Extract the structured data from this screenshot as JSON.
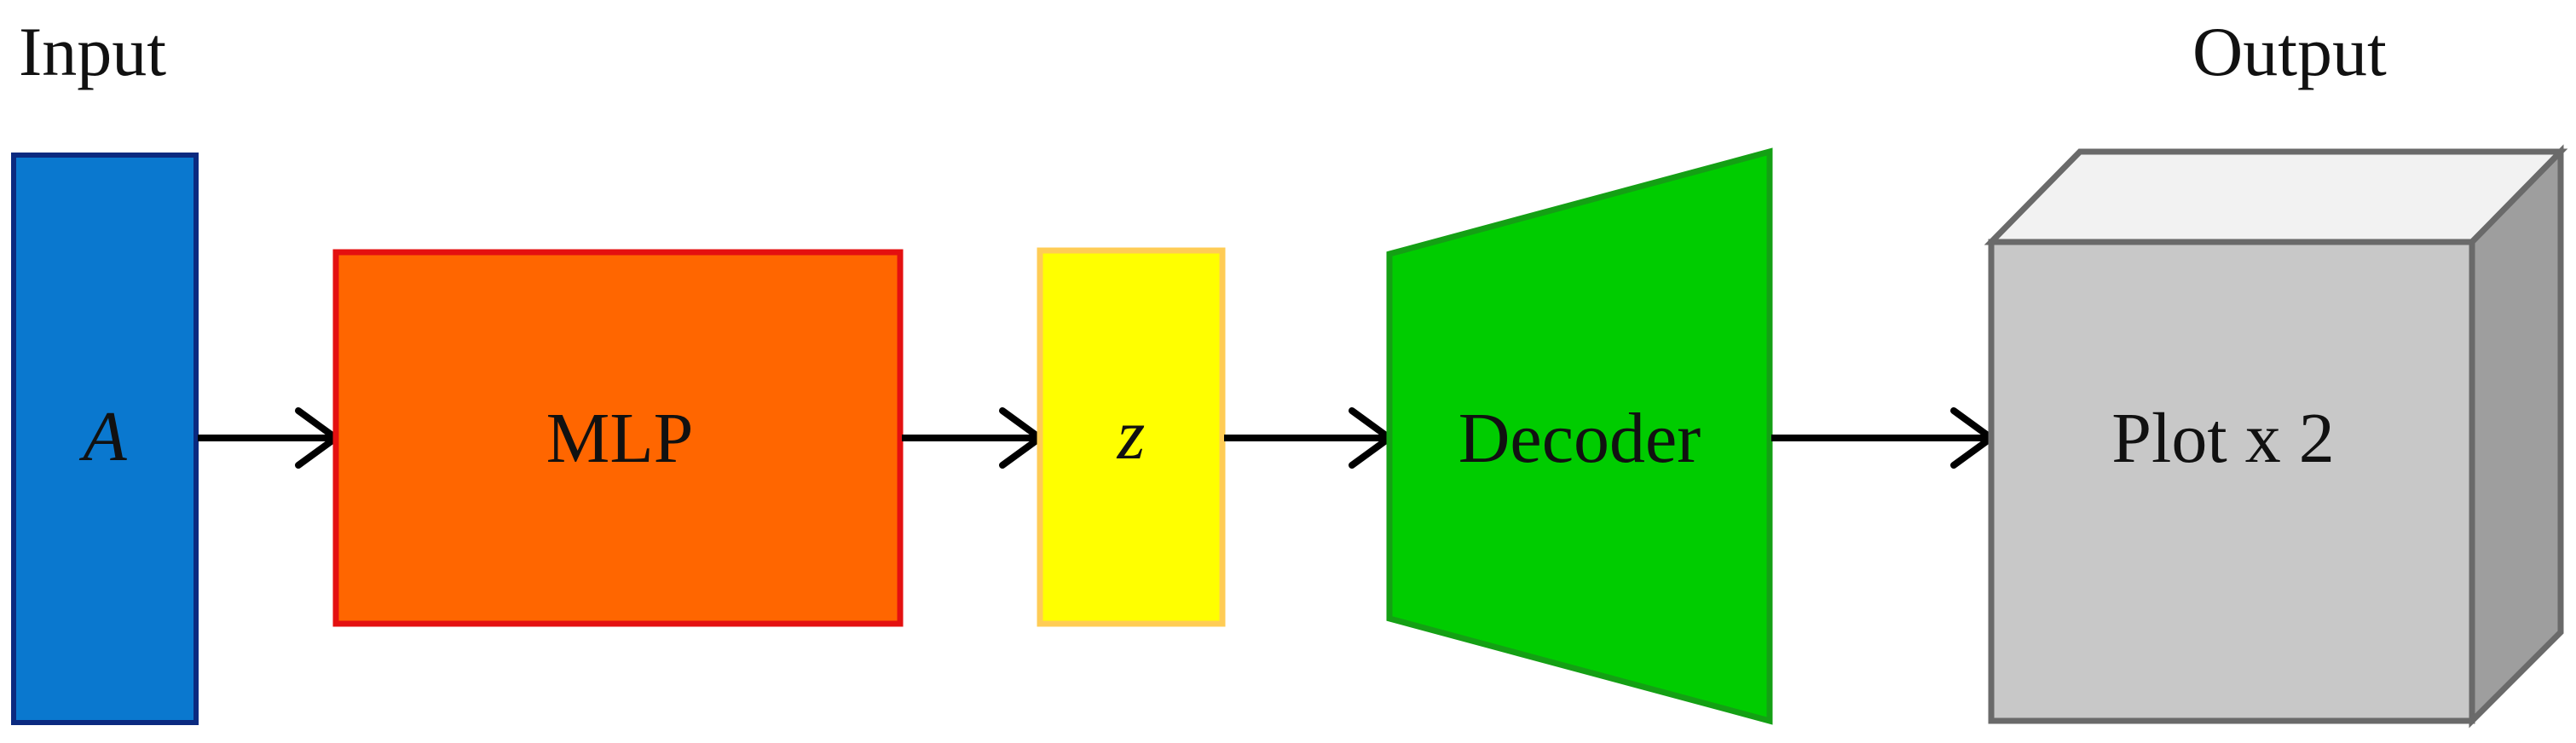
{
  "labels": {
    "input": "Input",
    "output": "Output"
  },
  "nodes": {
    "input_a": "A",
    "mlp": "MLP",
    "z": "z",
    "decoder": "Decoder",
    "plot": "Plot x 2"
  },
  "colors": {
    "input_fill": "#0a78cf",
    "input_stroke": "#0b2a80",
    "mlp_fill": "#ff6600",
    "mlp_stroke": "#e41010",
    "z_fill": "#ffff00",
    "z_stroke": "#ffcc55",
    "decoder_fill": "#00cc00",
    "decoder_stroke": "#14a014",
    "cube_front": "#c8c8c8",
    "cube_top": "#f2f2f2",
    "cube_side": "#9e9e9e",
    "cube_stroke": "#6a6a6a",
    "arrow": "#000000"
  }
}
